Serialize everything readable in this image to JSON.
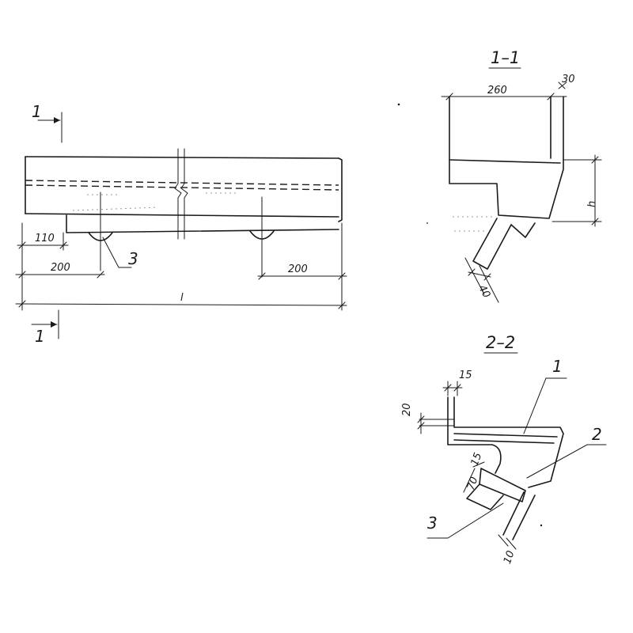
{
  "elevation": {
    "section_mark": "1",
    "dimensions": {
      "left_offset": "110",
      "left_spacing": "200",
      "right_spacing": "200",
      "total_length": "l"
    },
    "callout": "3"
  },
  "section_1_1": {
    "title": "1–1",
    "dimensions": {
      "width": "260",
      "lip": "30",
      "height": "h",
      "bracket": "40"
    }
  },
  "section_2_2": {
    "title": "2–2",
    "dimensions": {
      "top_offset": "15",
      "side_offset": "20",
      "plate_offset": "15",
      "plate_depth": "70",
      "bracket_width": "10"
    },
    "callouts": {
      "bar": "1",
      "plate": "2",
      "anchor": "3"
    }
  }
}
